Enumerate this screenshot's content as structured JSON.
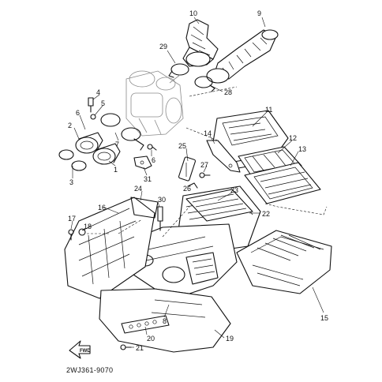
{
  "drawing_code": "2WJ361-9070",
  "fwd_label": "FWD",
  "callouts": [
    {
      "id": "1",
      "text": "1"
    },
    {
      "id": "2",
      "text": "2"
    },
    {
      "id": "3",
      "text": "3"
    },
    {
      "id": "4",
      "text": "4"
    },
    {
      "id": "5",
      "text": "5"
    },
    {
      "id": "6",
      "text": "6"
    },
    {
      "id": "7",
      "text": "7"
    },
    {
      "id": "8",
      "text": "8"
    },
    {
      "id": "9",
      "text": "9"
    },
    {
      "id": "10",
      "text": "10"
    },
    {
      "id": "11",
      "text": "11"
    },
    {
      "id": "12",
      "text": "12"
    },
    {
      "id": "13",
      "text": "13"
    },
    {
      "id": "14",
      "text": "14"
    },
    {
      "id": "15",
      "text": "15"
    },
    {
      "id": "16",
      "text": "16"
    },
    {
      "id": "17",
      "text": "17"
    },
    {
      "id": "18",
      "text": "18"
    },
    {
      "id": "19",
      "text": "19"
    },
    {
      "id": "20",
      "text": "20"
    },
    {
      "id": "21",
      "text": "21"
    },
    {
      "id": "22",
      "text": "22"
    },
    {
      "id": "23",
      "text": "23"
    },
    {
      "id": "24",
      "text": "24"
    },
    {
      "id": "25",
      "text": "25"
    },
    {
      "id": "26",
      "text": "26"
    },
    {
      "id": "27",
      "text": "27"
    },
    {
      "id": "28",
      "text": "28"
    },
    {
      "id": "29",
      "text": "29"
    },
    {
      "id": "30",
      "text": "30"
    },
    {
      "id": "31",
      "text": "31"
    }
  ]
}
